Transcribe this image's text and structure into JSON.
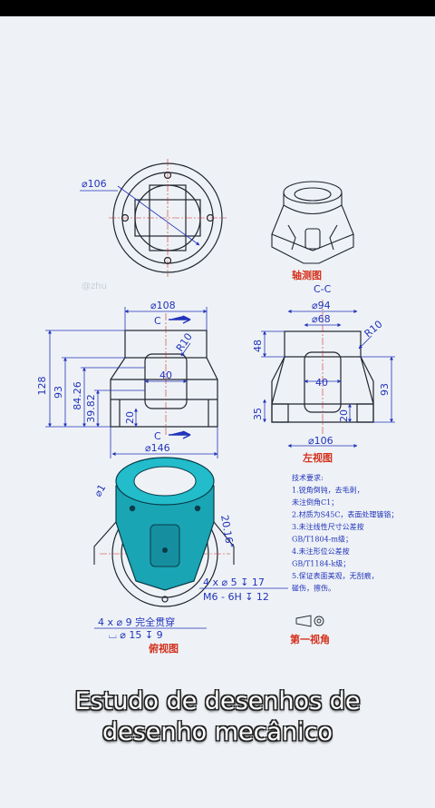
{
  "labels": {
    "top_dia": "⌀106",
    "iso_title": "轴测图",
    "section_cc": "C-C",
    "front_dia_top": "⌀108",
    "front_dia_bottom": "⌀146",
    "front_h128": "128",
    "front_h93": "93",
    "front_h8426": "84.26",
    "front_h3982": "39.82",
    "front_20": "20",
    "front_40": "40",
    "front_r10": "R10",
    "cut_c": "C",
    "left_dia94": "⌀94",
    "left_dia68": "⌀68",
    "left_r10": "R10",
    "left_48": "48",
    "left_40": "40",
    "left_35": "35",
    "left_20": "20",
    "left_93": "93",
    "left_dia106": "⌀106",
    "left_title": "左视图",
    "plan_title": "俯视图",
    "angle": "20.16°",
    "plan_dia_partial": "⌀1",
    "hole1_line1": "4 x ⌀ 5 ↧ 17",
    "hole1_line2": "M6 - 6H ↧ 12",
    "hole2_line1": "4 x ⌀ 9 完全贯穿",
    "hole2_line2": "⌴ ⌀ 15 ↧ 9",
    "projection_title": "第一视角",
    "watermark": "@zhu"
  },
  "notes": [
    "技术要求:",
    "1.锐角倒钝，去毛刺，",
    "未注倒角C1；",
    "2.材质为S45C，表面处理镀铬；",
    "3.未注线性尺寸公差按",
    "GB/T1804-m级；",
    "4.未注形位公差按",
    "GB/T1184-k级；",
    "5.保证表面美观，无刮痕，",
    "碰伤，擦伤。"
  ],
  "caption": {
    "line1": "Estudo de desenhos de",
    "line2": "desenho mecânico"
  },
  "colors": {
    "background": "#eef2f6",
    "line": "#1f2430",
    "dimension": "#2233bb",
    "centerline": "#cc2a2a",
    "highlight_part": "#1aa5b5",
    "title_red": "#d4301c"
  }
}
